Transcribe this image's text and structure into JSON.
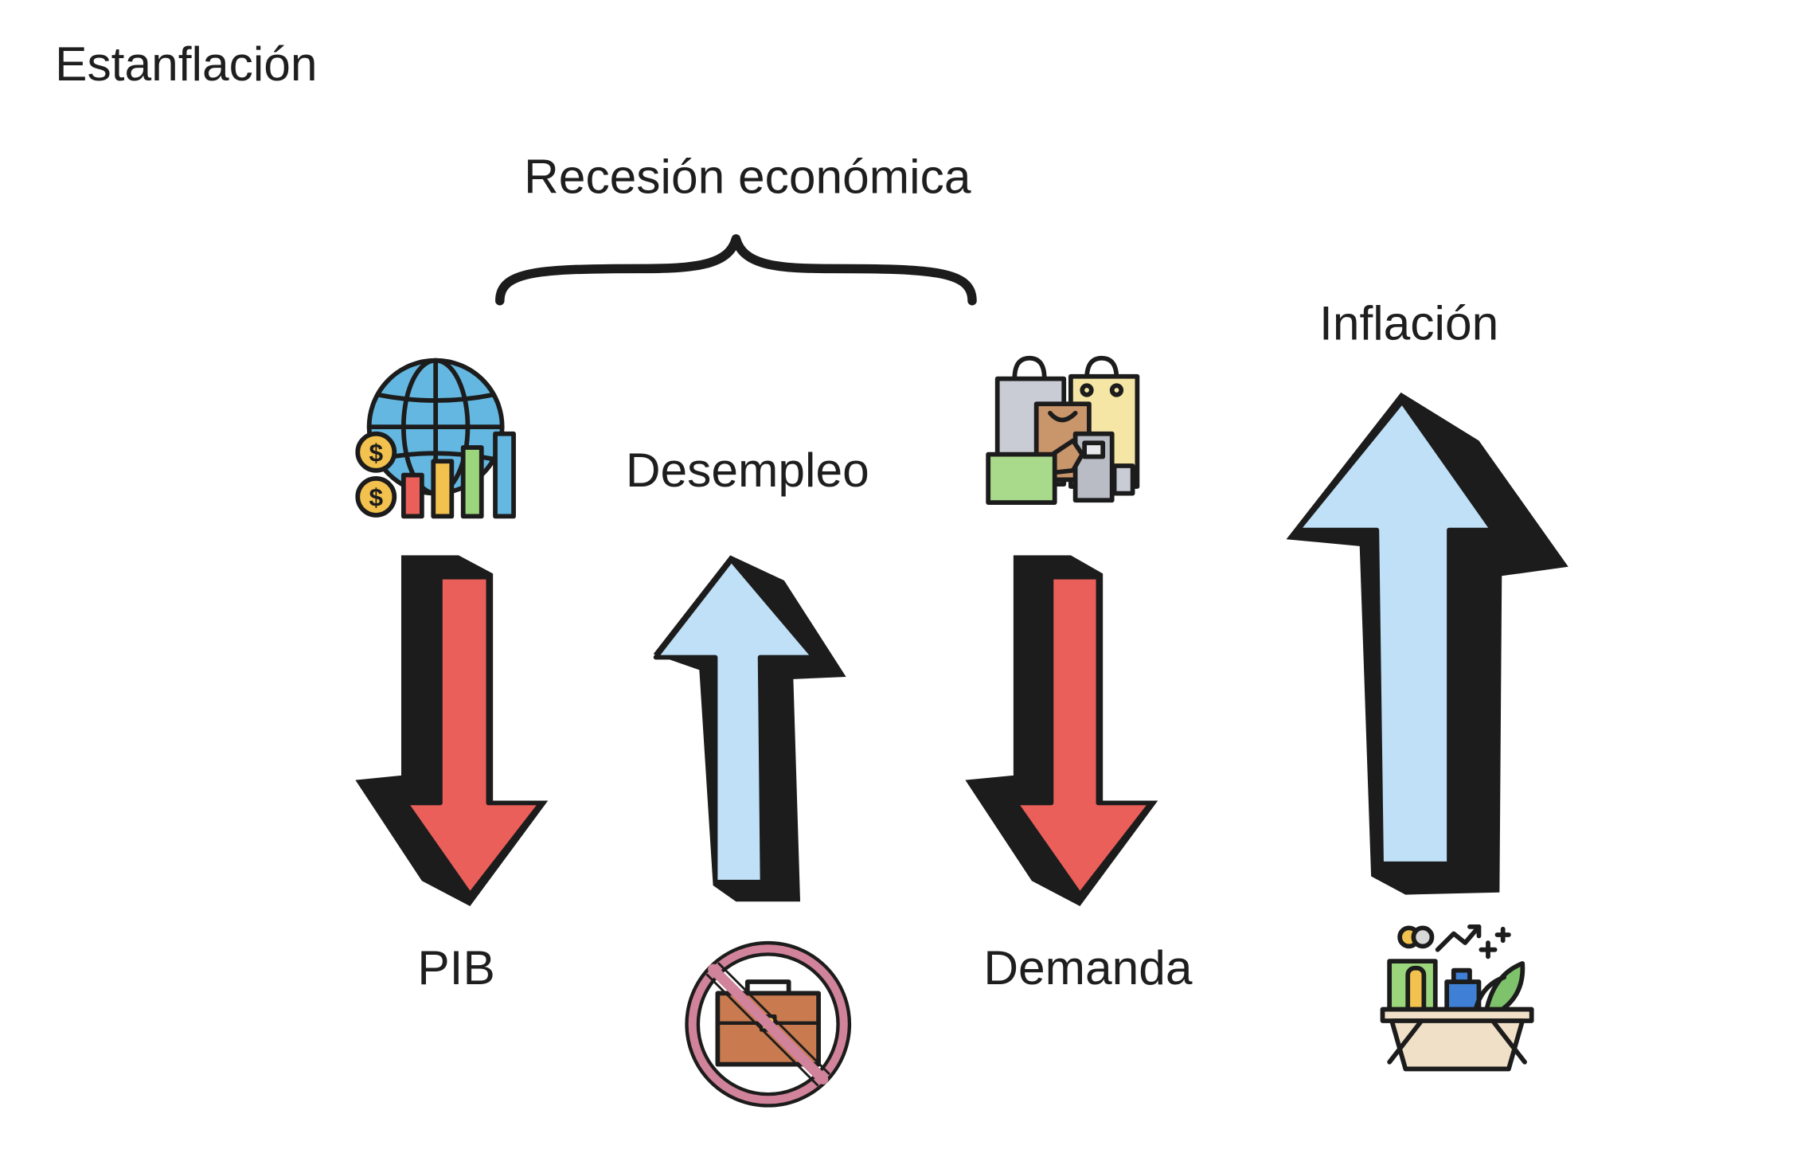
{
  "title": "Estanflación",
  "group": {
    "label": "Recesión económica"
  },
  "indicators": [
    {
      "label": "PIB",
      "direction": "down",
      "icon": "globe-economy-chart-icon"
    },
    {
      "label": "Desempleo",
      "direction": "up",
      "icon": "no-briefcase-icon"
    },
    {
      "label": "Demanda",
      "direction": "down",
      "icon": "shopping-bags-card-icon"
    },
    {
      "label": "Inflación",
      "direction": "up",
      "icon": "grocery-basket-rising-icon"
    }
  ],
  "colors": {
    "up_arrow": "#bfe0f7",
    "down_arrow": "#ea5f5a",
    "outline": "#1c1c1c",
    "text": "#1e1e1e"
  }
}
